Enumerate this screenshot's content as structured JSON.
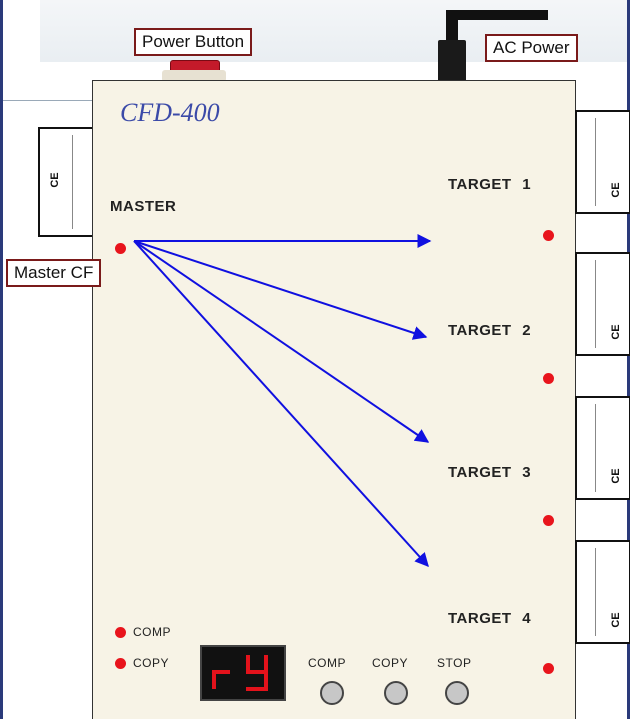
{
  "labels": {
    "power_button": "Power Button",
    "ac_power": "AC Power",
    "master_cf": "Master CF"
  },
  "device": {
    "model": "CFD-400",
    "master": "MASTER",
    "targets": [
      "TARGET 1",
      "TARGET 2",
      "TARGET 3",
      "TARGET 4"
    ],
    "status": {
      "comp": "COMP",
      "copy": "COPY"
    },
    "buttons": {
      "comp": "COMP",
      "copy": "COPY",
      "stop": "STOP"
    },
    "display": "r4",
    "card_mark": "CE"
  },
  "colors": {
    "arrow": "#1010e0",
    "led": "#e8141c",
    "label_border": "#7a1a1a",
    "display_digit": "#e3121b"
  }
}
